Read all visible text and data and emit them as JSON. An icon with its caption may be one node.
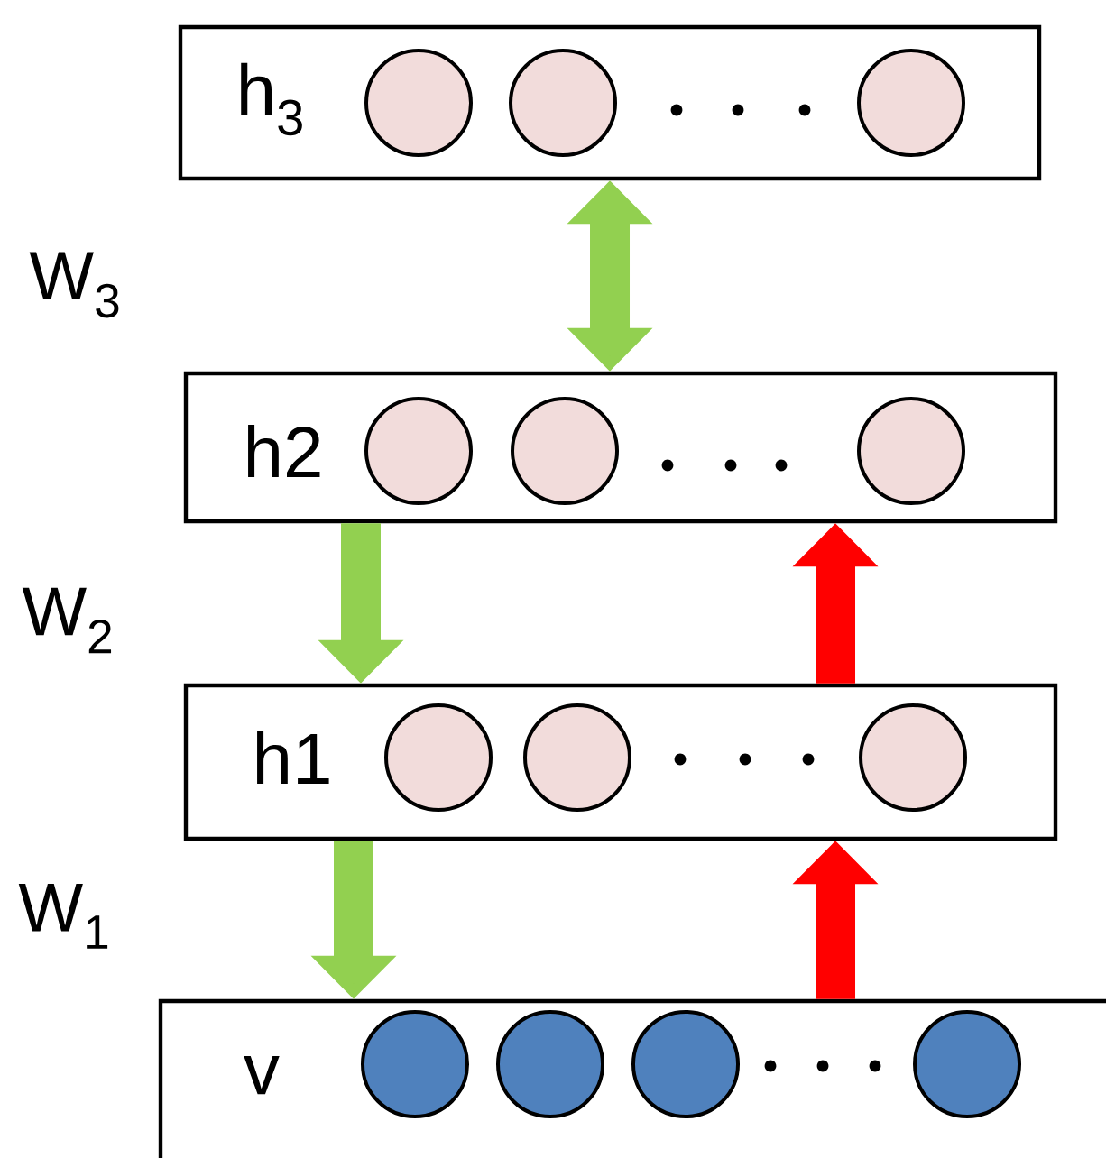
{
  "diagram": {
    "nodes": [
      {
        "text": [
          "h$_{3}$"
        ]
      },
      {
        "text": [],
        "shape": "circle",
        "in": 0
      },
      {
        "text": [],
        "shape": "circle",
        "in": 0
      },
      {
        "text": [],
        "shape": "circle",
        "in": 0
      },
      {
        "text": [
          "h2"
        ]
      },
      {
        "text": [],
        "shape": "circle",
        "in": 4
      },
      {
        "text": [],
        "shape": "circle",
        "in": 4
      },
      {
        "text": [],
        "shape": "circle",
        "in": 4
      },
      {
        "text": [
          "h1"
        ]
      },
      {
        "text": [],
        "shape": "circle",
        "in": 8
      },
      {
        "text": [],
        "shape": "circle",
        "in": 8
      },
      {
        "text": [],
        "shape": "circle",
        "in": 8
      },
      {
        "text": [
          "v"
        ]
      },
      {
        "text": [],
        "shape": "circle",
        "in": 12
      },
      {
        "text": [],
        "shape": "circle",
        "in": 12
      },
      {
        "text": [],
        "shape": "circle",
        "in": 12
      },
      {
        "text": [],
        "shape": "circle",
        "in": 12
      }
    ],
    "edges": [
      {
        "from": 4,
        "to": 0,
        "arrow": "both"
      },
      {
        "from": 4,
        "to": 8,
        "arrow": "to"
      },
      {
        "from": 8,
        "to": 4,
        "arrow": "to",
        "color": "#ff0000"
      },
      {
        "from": 8,
        "to": 12,
        "arrow": "to"
      },
      {
        "from": 12,
        "to": 8,
        "arrow": "to",
        "color": "#ff0000"
      }
    ],
    "labels": [
      "W$_{3}$",
      "W$_{2}$",
      "W$_{1}$"
    ]
  }
}
